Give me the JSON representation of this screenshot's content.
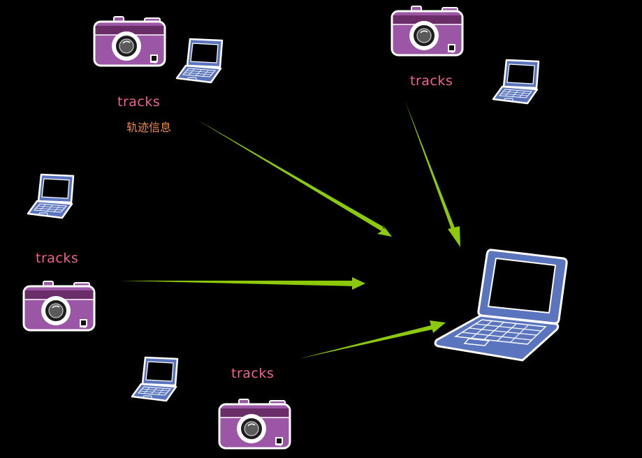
{
  "colors": {
    "background": "#000000",
    "camera_body": "#9c56a6",
    "camera_band": "#6a2d68",
    "laptop_body": "#5a74bd",
    "outline": "#ffffff",
    "arrow": "#8cc90b",
    "track_label": "#f0648c",
    "note_label": "#f08a46"
  },
  "labels": {
    "tracks_top_left": "tracks",
    "tracks_top_right": "tracks",
    "tracks_left": "tracks",
    "tracks_bottom": "tracks",
    "track_info": "轨迹信息"
  },
  "icons": {
    "camera": "camera-icon",
    "laptop": "laptop-icon",
    "central_laptop": "central-laptop-icon",
    "arrow": "arrow-icon"
  }
}
